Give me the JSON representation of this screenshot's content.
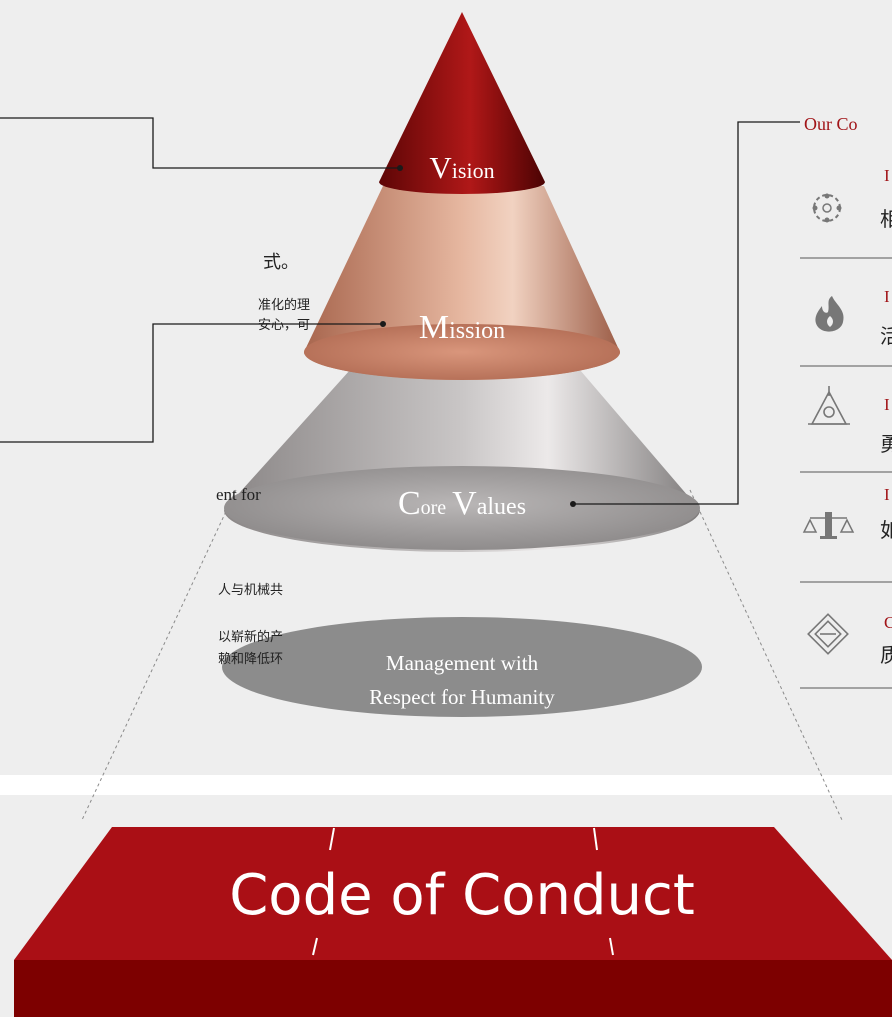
{
  "vision": {
    "label_cap": "V",
    "label_rest": "ision"
  },
  "mission": {
    "label_cap": "M",
    "label_rest": "ission",
    "text_heading_fragment": "式。",
    "text_line1_fragment": "准化的理",
    "text_line2_fragment": "安心，可"
  },
  "core_values": {
    "label_cap1": "C",
    "label_rest1": "ore",
    "label_cap2": "V",
    "label_rest2": "alues",
    "left_text_fragment": "ent for",
    "left_line1_fragment": "人与机械共",
    "left_line2_fragment": "以崭新的产",
    "left_line3_fragment": "赖和降低环"
  },
  "foundation": {
    "line1": "Management with",
    "line2": "Respect for Humanity"
  },
  "right_panel": {
    "header": "Our Co",
    "items": [
      {
        "icon": "network-people-icon",
        "title_fragment": "I",
        "text_fragment": "相"
      },
      {
        "icon": "flame-icon",
        "title_fragment": "I",
        "text_fragment": "活"
      },
      {
        "icon": "tent-compass-icon",
        "title_fragment": "I",
        "text_fragment": "勇"
      },
      {
        "icon": "scales-icon",
        "title_fragment": "I",
        "text_fragment": "如"
      },
      {
        "icon": "handshake-icon",
        "title_fragment": "C",
        "text_fragment": "质"
      }
    ]
  },
  "base": {
    "title": "Code of Conduct"
  },
  "colors": {
    "background": "#eeeeee",
    "accent_red": "#aa0f15",
    "dark_red": "#7d0000",
    "vision_red": "#8f1212",
    "mission_copper": "#c4846a",
    "core_gray": "#9a9898",
    "foundation_gray": "#8c8c8c"
  }
}
